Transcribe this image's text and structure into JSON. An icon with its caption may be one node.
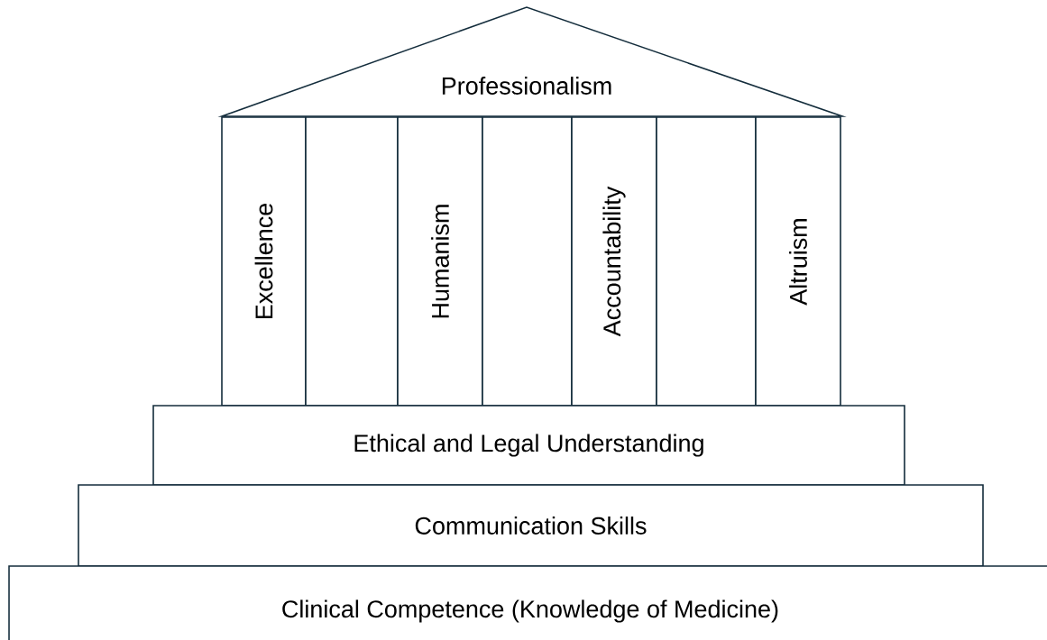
{
  "diagram": {
    "nodes": [
      {
        "text": [
          "Professionalism"
        ]
      },
      {
        "text": [
          "Excellence"
        ]
      },
      {
        "text": [],
        "shape": "box"
      },
      {
        "text": [
          "Humanism"
        ]
      },
      {
        "text": [],
        "shape": "box"
      },
      {
        "text": [
          "Accountability"
        ]
      },
      {
        "text": [],
        "shape": "box"
      },
      {
        "text": [
          "Altruism"
        ]
      },
      {
        "text": [
          "Ethical and Legal Understanding"
        ]
      },
      {
        "text": [
          "Communication Skills"
        ]
      },
      {
        "text": [
          "Clinical Competence (Knowledge of Medicine)"
        ]
      }
    ]
  }
}
